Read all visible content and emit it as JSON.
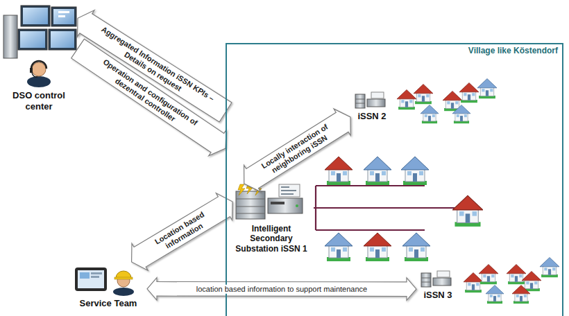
{
  "diagram": {
    "nodes": [
      {
        "text": [
          "DSO control center"
        ]
      },
      {
        "text": [
          "Village like Köstendorf"
        ]
      },
      {
        "text": [
          "iSSN 2"
        ],
        "in": 1
      },
      {
        "text": [
          "Intelligent Secondary Substation iSSN 1"
        ],
        "in": 1
      },
      {
        "text": [
          "iSSN 3"
        ],
        "in": 1
      },
      {
        "text": [
          "Service Team"
        ]
      }
    ],
    "edges": [
      {
        "from": 1,
        "to": 0,
        "label": "Aggregated Information iSSN KPIs – Details on request",
        "arrow": "to"
      },
      {
        "from": 0,
        "to": 1,
        "label": "Operation and configuration of dezentral controller",
        "arrow": "to"
      },
      {
        "from": 3,
        "to": 2,
        "label": "Locally interaction of neighboring iSSN",
        "arrow": "both"
      },
      {
        "from": 5,
        "to": 3,
        "label": "Location based information",
        "arrow": "both"
      },
      {
        "from": 5,
        "to": 4,
        "label": "location based information to support maintenance",
        "arrow": "both"
      }
    ]
  }
}
